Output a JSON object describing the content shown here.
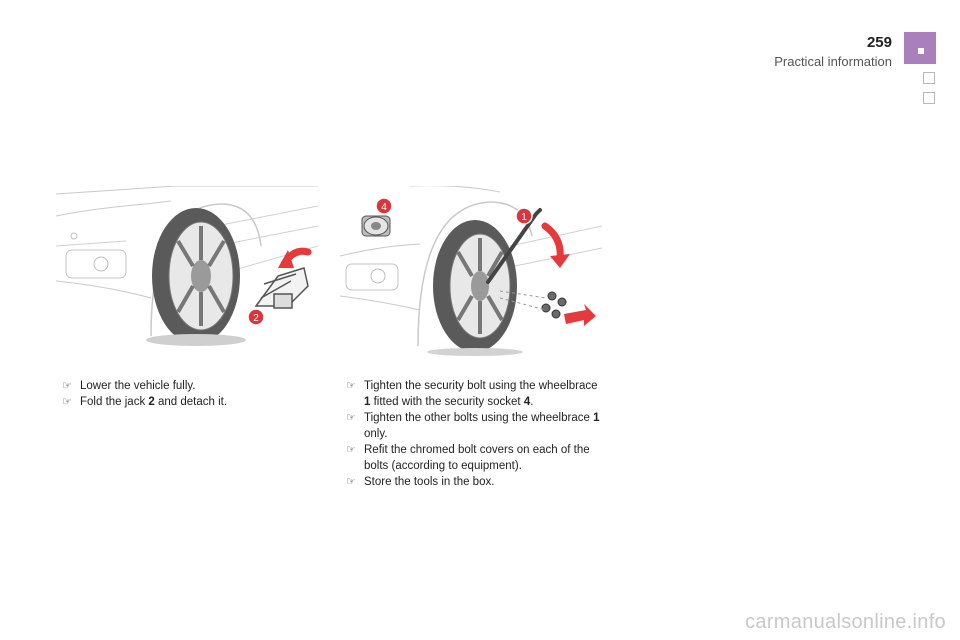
{
  "header": {
    "page_number": "259",
    "section_title": "Practical information"
  },
  "figures": {
    "left_callouts": [
      "2"
    ],
    "right_callouts": [
      "4",
      "1"
    ]
  },
  "steps_left": [
    {
      "bullet": "",
      "pre": "Lower the vehicle fully.",
      "bold": "",
      "post": ""
    },
    {
      "bullet": "",
      "pre": "Fold the jack ",
      "bold": "2",
      "post": " and detach it."
    }
  ],
  "steps_right": [
    {
      "bullet": "",
      "pre": "Tighten the security bolt using the wheelbrace ",
      "bold": "1",
      "post": " fitted with the security socket ",
      "bold2": "4",
      "post2": "."
    },
    {
      "bullet": "",
      "pre": "Tighten the other bolts using the wheelbrace ",
      "bold": "1",
      "post": " only.",
      "bold2": "",
      "post2": ""
    },
    {
      "bullet": "",
      "pre": "Refit the chromed bolt covers on each of the bolts (according to equipment).",
      "bold": "",
      "post": "",
      "bold2": "",
      "post2": ""
    },
    {
      "bullet": "",
      "pre": "Store the tools in the box.",
      "bold": "",
      "post": "",
      "bold2": "",
      "post2": ""
    }
  ],
  "watermark": "carmanualsonline.info",
  "colors": {
    "accent_tab": "#a97fbc",
    "callout_red": "#d9353a",
    "arrow_red": "#e5393c"
  }
}
